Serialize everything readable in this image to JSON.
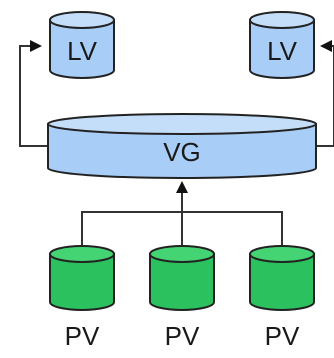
{
  "diagram": {
    "logical_volumes": [
      {
        "label": "LV"
      },
      {
        "label": "LV"
      }
    ],
    "volume_group": {
      "label": "VG"
    },
    "physical_volumes": [
      {
        "label": "PV"
      },
      {
        "label": "PV"
      },
      {
        "label": "PV"
      }
    ]
  },
  "colors": {
    "lv_fill": "#a8cdf7",
    "lv_top": "#c4def9",
    "vg_fill": "#a8cdf7",
    "vg_top": "#c4def9",
    "pv_fill": "#2bc15e",
    "pv_top": "#45d474",
    "outline": "#222222",
    "connector": "#333333"
  }
}
